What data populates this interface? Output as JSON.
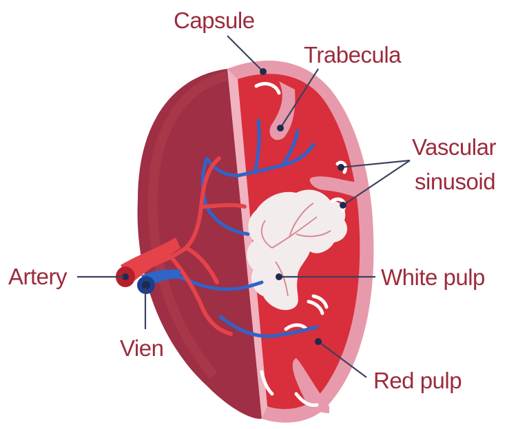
{
  "labels": {
    "capsule": "Capsule",
    "trabecula": "Trabecula",
    "vascular_line1": "Vascular",
    "vascular_line2": "sinusoid",
    "artery": "Artery",
    "vien": "Vien",
    "white_pulp": "White pulp",
    "red_pulp": "Red pulp"
  },
  "colors": {
    "label_text": "#9b2b3b",
    "leader_line": "#39425e",
    "outer_surface": "#9e2f45",
    "capsule": "#e79aab",
    "red_pulp": "#d92e3b",
    "white_pulp": "#f3ecec",
    "artery": "#e6424a",
    "vein": "#2f64c8"
  }
}
